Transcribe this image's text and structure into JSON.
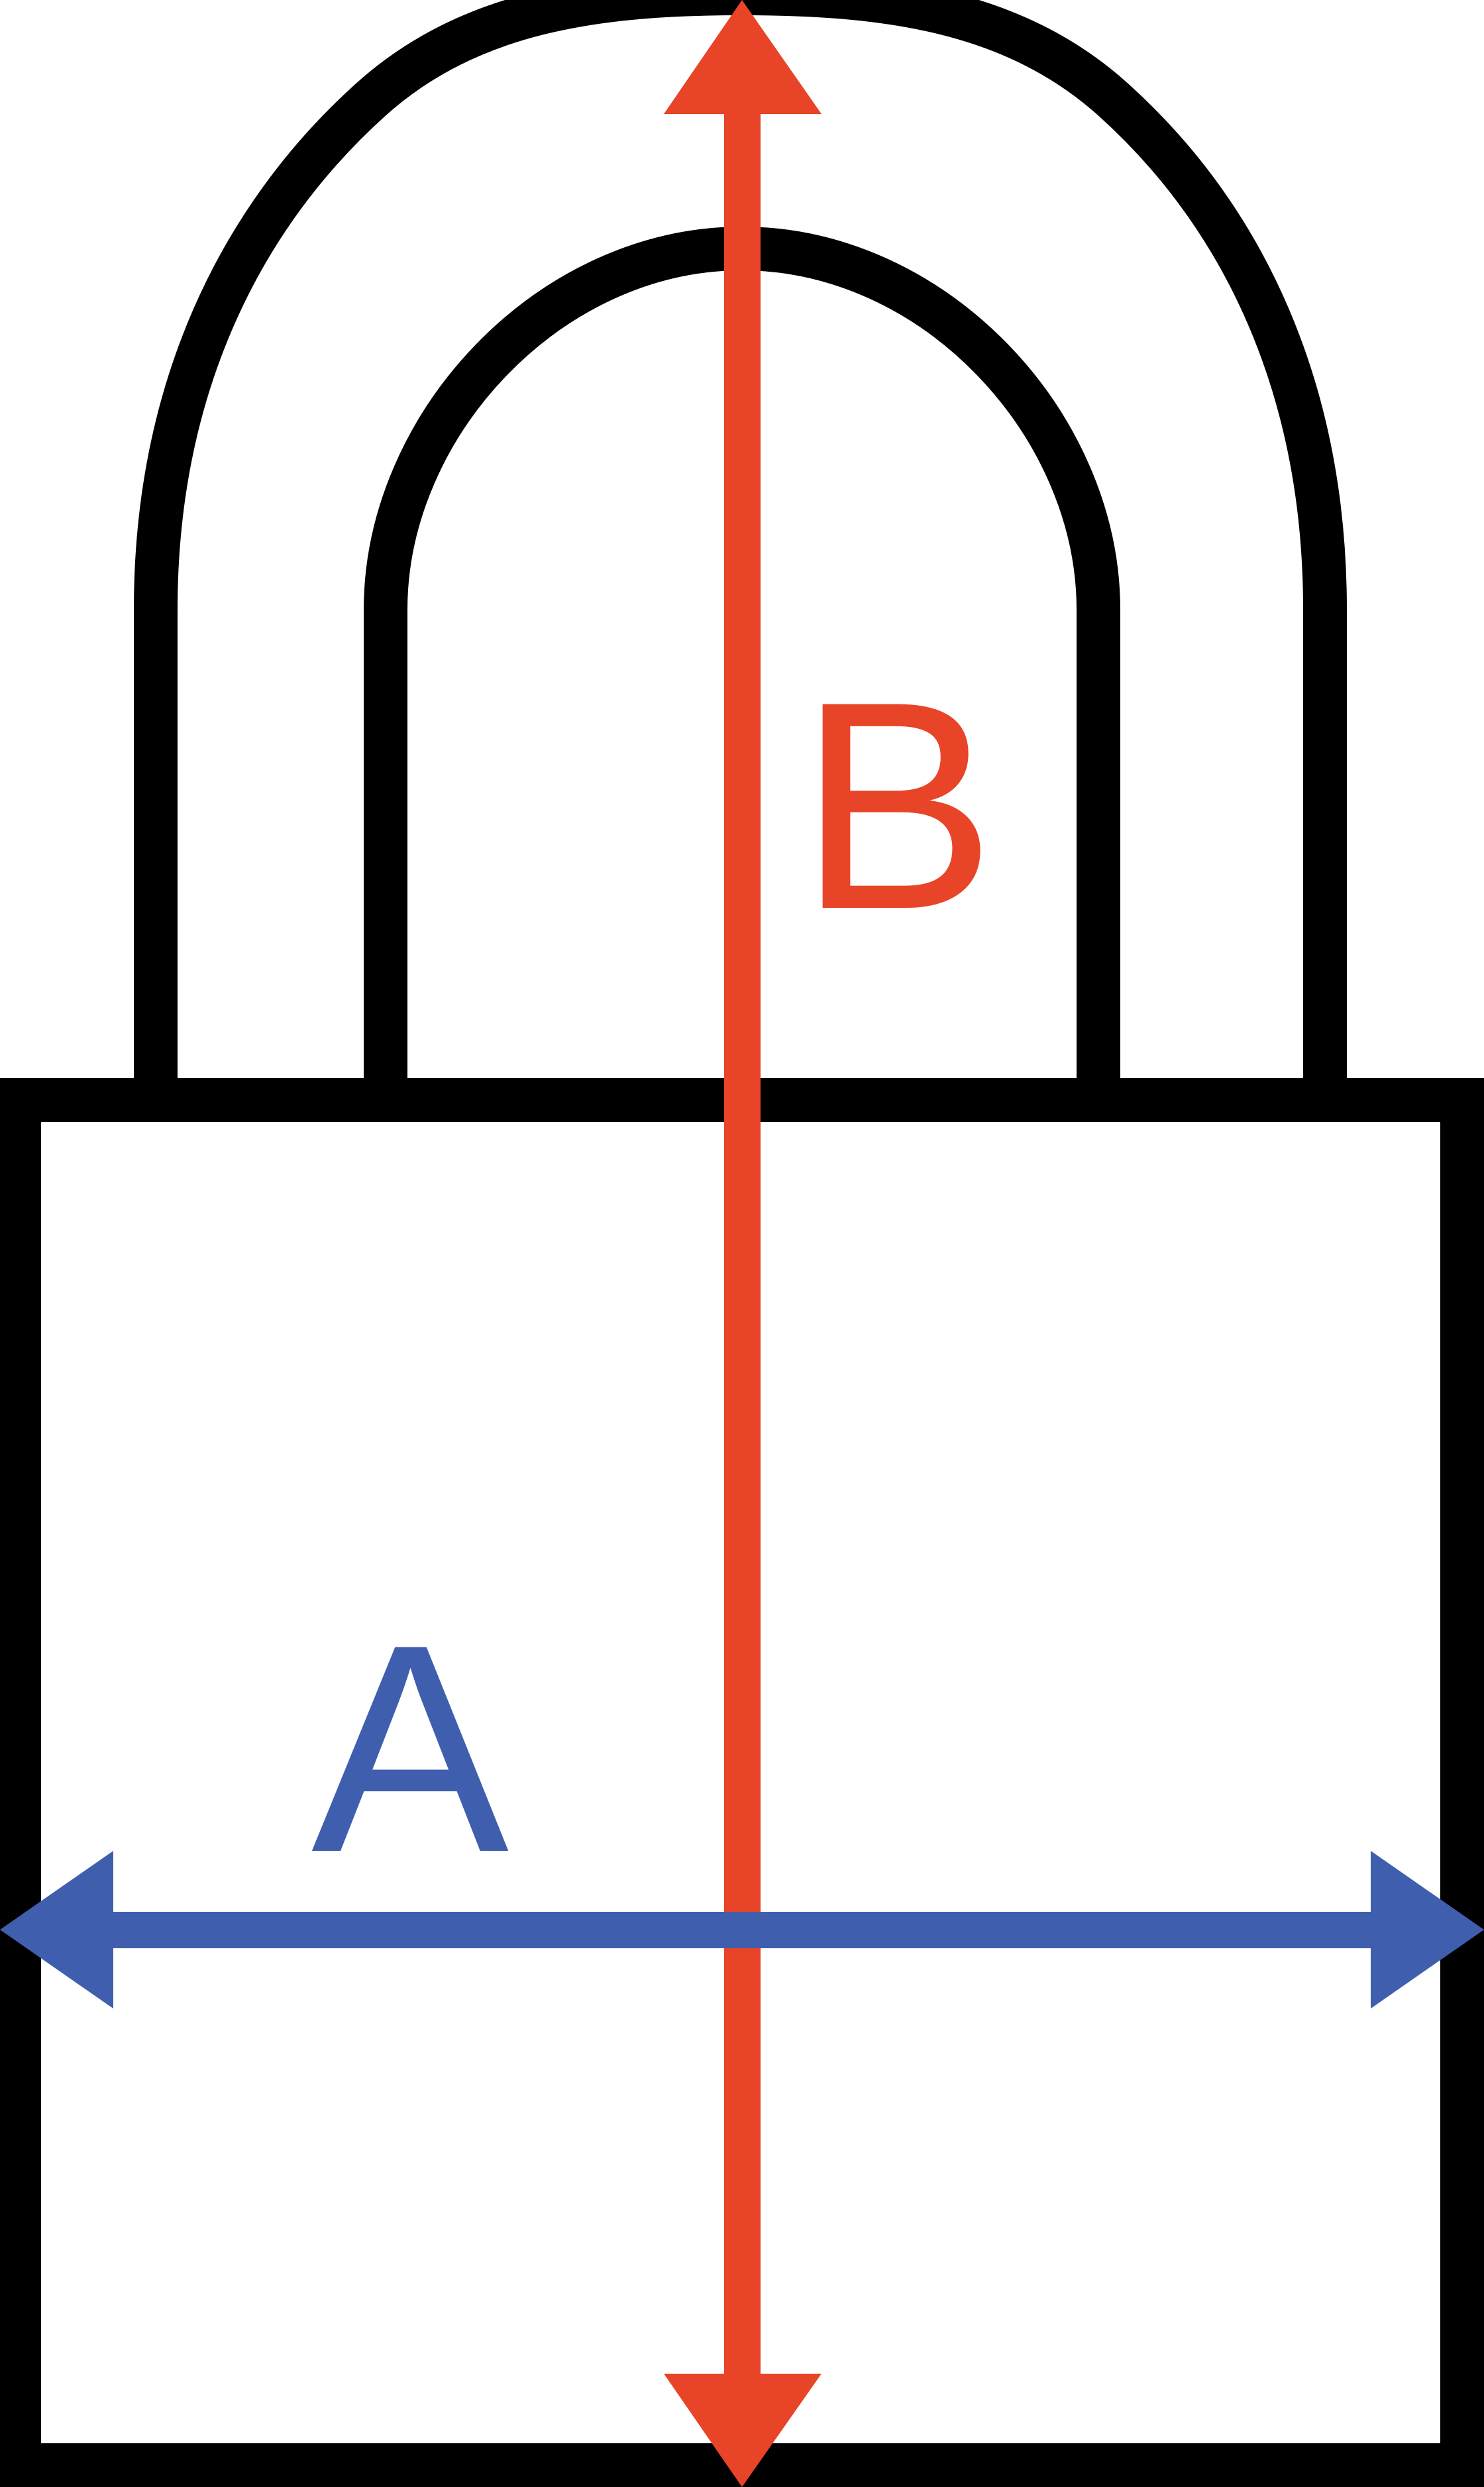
{
  "diagram": {
    "label_a": "A",
    "label_b": "B"
  },
  "colors": {
    "outline": "#000000",
    "width_arrow": "#3F5FAE",
    "height_arrow": "#E84428",
    "background": "#FFFFFF"
  },
  "icons": {
    "padlock": "padlock-outline-icon",
    "width_arrow": "double-headed-horizontal-arrow",
    "height_arrow": "double-headed-vertical-arrow"
  }
}
